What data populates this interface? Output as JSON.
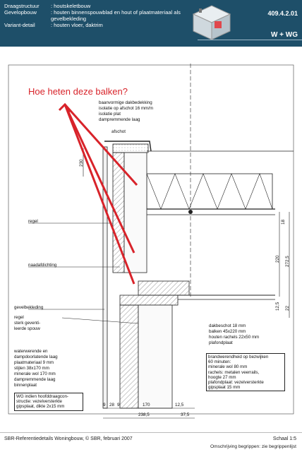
{
  "header": {
    "rows": [
      {
        "key": "Draagstructuur",
        "value": ": houtskeletbouw"
      },
      {
        "key": "Gevelopbouw",
        "value": ": houten binnenspouwblad en hout of plaatmateriaal als"
      },
      {
        "key": "",
        "value": "  gevelbekleding"
      },
      {
        "key": "Variant-detail",
        "value": ": houten vloer, daktrim"
      }
    ],
    "code": "409.4.2.01",
    "category": "W + WG"
  },
  "question": "Hoe heten deze balken?",
  "labels": {
    "roof": [
      "baanvormige dakbedekking",
      "isolatie op afschot 16 mm/m",
      "isolatie plat",
      "dampremmende laag"
    ],
    "afschot": "afschot",
    "regel": "regel",
    "naadafdichting": "naadafdichting",
    "gevelbekleding": "gevelbekleding",
    "regel_sterk": [
      "regel",
      "sterk geventi-",
      "leerde spouw"
    ],
    "wall": [
      "waterwerende en",
      "dampdoorlatende laag",
      "plaatmateriaal 9 mm",
      "stijlen 38x170 mm",
      "minerale wol 170 mm",
      "dampremmende laag",
      "binnenplaat"
    ],
    "wg_box": [
      "WG indien hoofddraagcon-",
      "structie: vezelversterkte",
      "gipsplaat, dikte 2x15 mm"
    ],
    "floor": [
      "dakbeschot 18 mm",
      "balken 45x220 mm",
      "houten rachels 22x50 mm",
      "plafondplaat"
    ],
    "fire_box": [
      "brandwerendheid op bezwijken",
      "60 minuten:",
      "minerale wol 80 mm",
      "rachels:  metalen veerrails,",
      "hoogte 27 mm",
      "plafondplaat: vezelversterkte",
      "gipsplaat 15 mm"
    ]
  },
  "dims": {
    "bottom_row1": [
      "9",
      "28",
      "9",
      "170",
      "12,5"
    ],
    "bottom_row2": [
      "238,5",
      "37,5"
    ],
    "left": "230",
    "right": [
      "18",
      "220",
      "272,5",
      "12,5",
      "22"
    ]
  },
  "footer": {
    "left": "SBR-Referentiedetails Woningbouw, © SBR, februari 2007",
    "scale": "Schaal 1:5",
    "note": "Omschrijving begrippen: zie begrippenlijst"
  },
  "colors": {
    "header_bg": "#1e4f69",
    "annotation": "#d8232a"
  }
}
